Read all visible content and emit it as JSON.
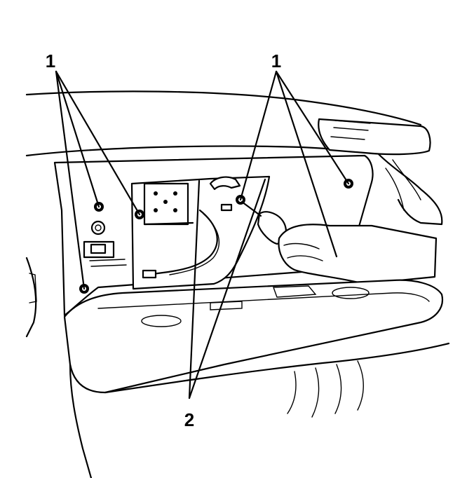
{
  "diagram": {
    "callouts": [
      {
        "id": "left",
        "label": "1"
      },
      {
        "id": "right",
        "label": "1"
      },
      {
        "id": "bottom",
        "label": "2"
      }
    ]
  }
}
